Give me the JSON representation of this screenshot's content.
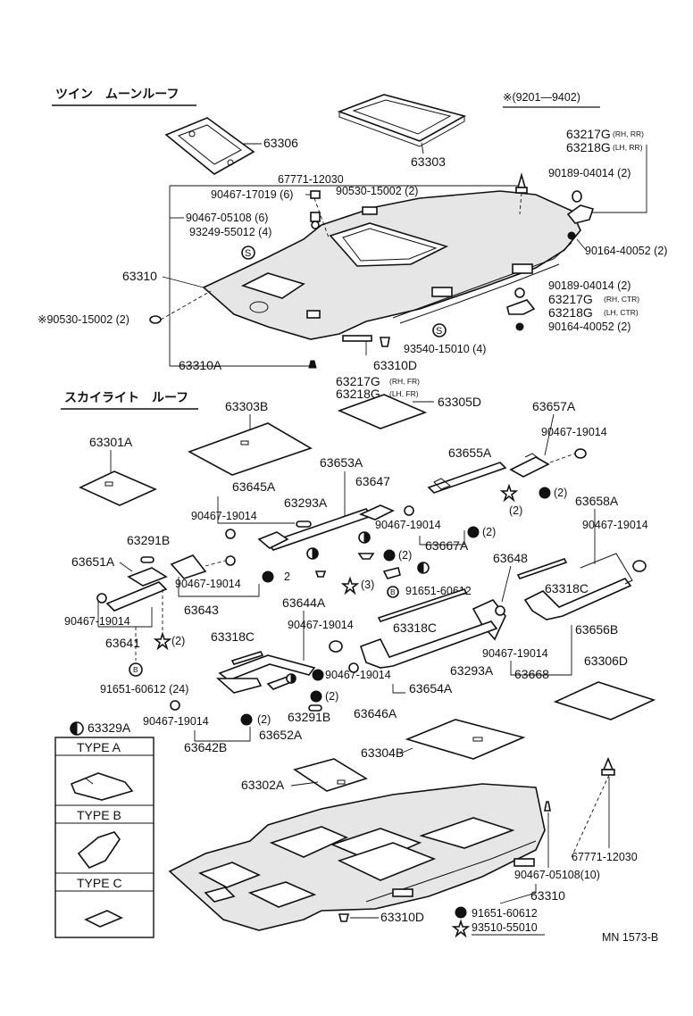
{
  "sections": {
    "twin_moonroof": "ツイン　ムーンルーフ",
    "skylight_roof": "スカイライト　ルーフ",
    "period": "※(9201―9402)"
  },
  "labels": {
    "p63306": "63306",
    "p63303": "63303",
    "p67771_12030_top": "67771-12030",
    "p90467_17019": "90467-17019 (6)",
    "p90530_15002": "90530-15002 (2)",
    "p90467_05108": "90467-05108 (6)",
    "p93249_55012": "93249-55012 (4)",
    "p63310_top": "63310",
    "p90530_15002_star": "※90530-15002 (2)",
    "p63310A": "63310A",
    "p63217G_rr": "63217G",
    "p63217G_rr_sub": "(RH, RR)",
    "p63218G_rr": "63218G",
    "p63218G_rr_sub": "(LH, RR)",
    "p90189_04014_a": "90189-04014 (2)",
    "p90164_40052_a": "90164-40052 (2)",
    "p90189_04014_b": "90189-04014 (2)",
    "p63217G_ctr": "63217G",
    "p63217G_ctr_sub": "(RH, CTR)",
    "p63218G_ctr": "63218G",
    "p63218G_ctr_sub": "(LH, CTR)",
    "p90164_40052_b": "90164-40052 (2)",
    "p93540_15010": "93540-15010 (4)",
    "p63310D_top": "63310D",
    "p63217G_fr": "63217G",
    "p63217G_fr_sub": "(RH, FR)",
    "p63218G_fr": "63218G",
    "p63218G_fr_sub": "(LH, FR)",
    "p63303B": "63303B",
    "p63305D": "63305D",
    "p63301A": "63301A",
    "p63657A": "63657A",
    "p90467_19014_a": "90467-19014",
    "p63653A": "63653A",
    "p63655A": "63655A",
    "p63645A": "63645A",
    "p63647": "63647",
    "p90467_19014_b": "90467-19014",
    "p63293A_a": "63293A",
    "p90467_19014_c": "90467-19014",
    "p2_a": "(2)",
    "p2_b": "(2)",
    "p63667A": "63667A",
    "p2_c": "(2)",
    "p63658A": "63658A",
    "p90467_19014_d": "90467-19014",
    "p63291B_a": "63291B",
    "p63651A": "63651A",
    "p2_d": "2",
    "p2_e": "(2)",
    "p90467_19014_e": "90467-19014",
    "p3": "(3)",
    "p91651_60612_a": "91651-60612",
    "p63643": "63643",
    "p90467_19014_f": "90467-19014",
    "p63641": "63641",
    "p2_f": "(2)",
    "p63648": "63648",
    "p63318C_a": "63318C",
    "p63644A": "63644A",
    "p90467_19014_g": "90467-19014",
    "p63318C_b": "63318C",
    "p63656B": "63656B",
    "p63318C_c": "63318C",
    "p90467_19014_h": "90467-19014",
    "p63293A_b": "63293A",
    "p63668": "63668",
    "p90467_19014_i": "90467-19014",
    "p63654A": "63654A",
    "p91651_60612_24": "91651-60612 (24)",
    "p2_g": "(2)",
    "p63306D": "63306D",
    "p90467_19014_j": "90467-19014",
    "p2_h": "(2)",
    "p63291B_b": "63291B",
    "p63646A": "63646A",
    "p63329A": "63329A",
    "p63642B": "63642B",
    "p63652A": "63652A",
    "p63304B": "63304B",
    "type_a": "TYPE  A",
    "type_b": "TYPE  B",
    "type_c": "TYPE  C",
    "p63302A": "63302A",
    "p67771_12030_bot": "67771-12030",
    "p90467_05108_10": "90467-05108(10)",
    "p63310_bot": "63310",
    "p63310D_bot": "63310D",
    "p91651_60612_b": "91651-60612",
    "p93510_55010": "93510-55010",
    "ref": "MN  1573-B"
  }
}
